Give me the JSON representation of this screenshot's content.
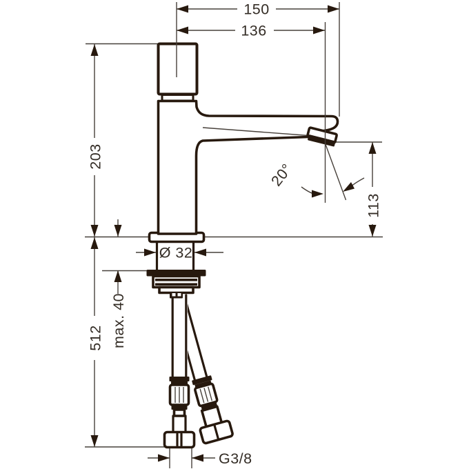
{
  "drawing": {
    "type": "technical-dimension-drawing",
    "subject": "single-hole basin mixer faucet, side view with supply hoses",
    "background_color": "#ffffff",
    "outline_color": "#27190e",
    "dimension_line_color": "#47403a",
    "text_color": "#332c25",
    "dimensions": {
      "total_projection": "150",
      "spout_reach": "136",
      "total_height": "203",
      "spout_height": "113",
      "hose_length": "512",
      "max_mounting_thickness": "max. 40",
      "shank_diameter": "Ø 32",
      "spray_angle": "20°",
      "connection_thread": "G3/8"
    }
  }
}
